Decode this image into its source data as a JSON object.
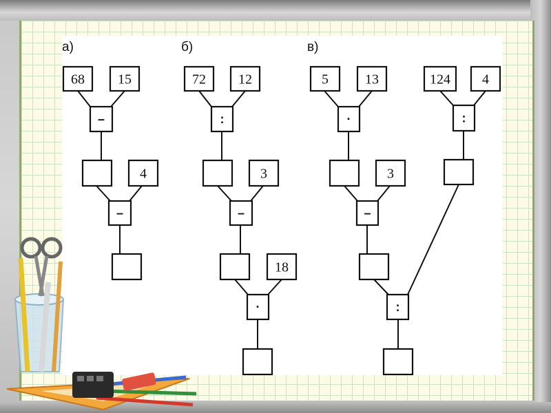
{
  "parts": [
    {
      "label": "а)",
      "boxes": [
        {
          "id": "a1",
          "value": "68"
        },
        {
          "id": "a2",
          "value": "15"
        },
        {
          "id": "a3",
          "value": "–"
        },
        {
          "id": "a4",
          "value": ""
        },
        {
          "id": "a5",
          "value": "4"
        },
        {
          "id": "a6",
          "value": "–"
        },
        {
          "id": "a7",
          "value": ""
        }
      ]
    },
    {
      "label": "б)",
      "boxes": [
        {
          "id": "b1",
          "value": "72"
        },
        {
          "id": "b2",
          "value": "12"
        },
        {
          "id": "b3",
          "value": ":"
        },
        {
          "id": "b4",
          "value": ""
        },
        {
          "id": "b5",
          "value": "3"
        },
        {
          "id": "b6",
          "value": "–"
        },
        {
          "id": "b7",
          "value": ""
        },
        {
          "id": "b8",
          "value": "18"
        },
        {
          "id": "b9",
          "value": "·"
        },
        {
          "id": "b10",
          "value": ""
        }
      ]
    },
    {
      "label": "в)",
      "boxes": [
        {
          "id": "c1",
          "value": "5"
        },
        {
          "id": "c2",
          "value": "13"
        },
        {
          "id": "c3",
          "value": "·"
        },
        {
          "id": "c4",
          "value": ""
        },
        {
          "id": "c5",
          "value": "3"
        },
        {
          "id": "c6",
          "value": "–"
        },
        {
          "id": "c7",
          "value": ""
        },
        {
          "id": "c8",
          "value": "124"
        },
        {
          "id": "c9",
          "value": "4"
        },
        {
          "id": "c10",
          "value": ":"
        },
        {
          "id": "c11",
          "value": ""
        },
        {
          "id": "c12",
          "value": ":"
        },
        {
          "id": "c13",
          "value": ""
        }
      ]
    }
  ],
  "colors": {
    "paper": "#ffffff",
    "grid_bg": "#fbfbe6",
    "grid_line": "#cfe0c2",
    "ink": "#111111"
  }
}
